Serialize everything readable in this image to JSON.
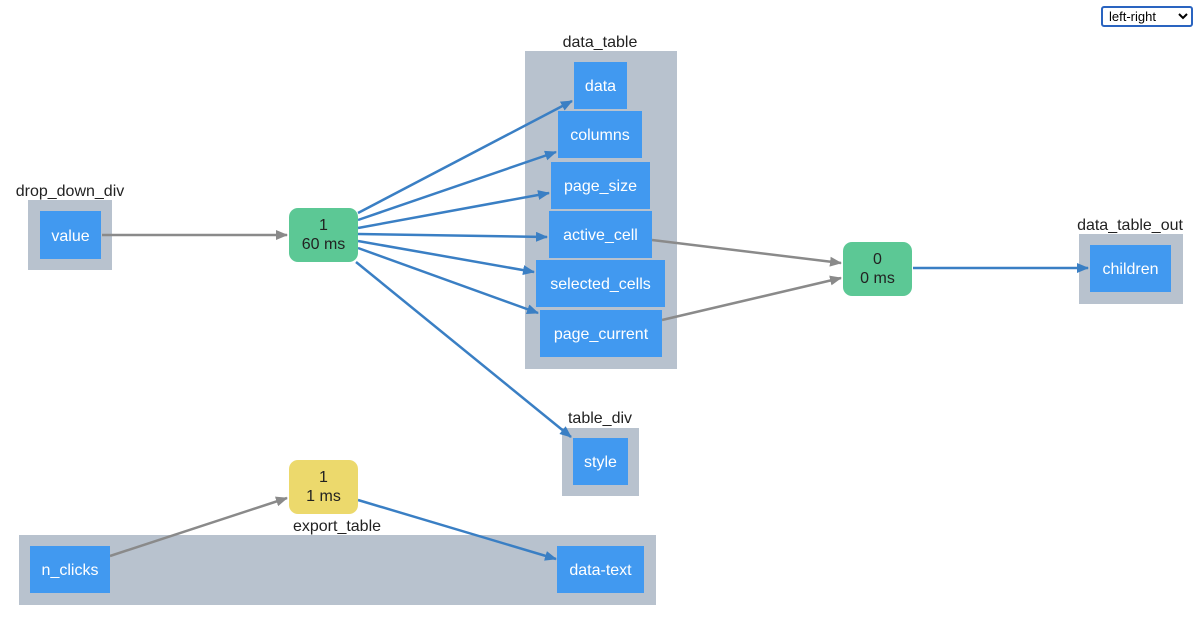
{
  "layout_select": {
    "value": "left-right",
    "options": [
      "left-right"
    ]
  },
  "colors": {
    "group_fill": "#b8c2ce",
    "node_fill": "#4199f0",
    "callback_ok": "#5cc895",
    "callback_warn": "#ecd96c",
    "edge_output": "#3a7fc4",
    "edge_input": "#8a8a8a"
  },
  "groups": {
    "drop_down_div": "drop_down_div",
    "data_table": "data_table",
    "table_div": "table_div",
    "data_table_out": "data_table_out",
    "export_table": "export_table"
  },
  "nodes": {
    "drop_value": "value",
    "dt_data": "data",
    "dt_columns": "columns",
    "dt_page_size": "page_size",
    "dt_active_cell": "active_cell",
    "dt_selected_cells": "selected_cells",
    "dt_page_current": "page_current",
    "table_style": "style",
    "out_children": "children",
    "exp_n_clicks": "n_clicks",
    "exp_data_text": "data-text"
  },
  "callbacks": {
    "cb1": {
      "count": "1",
      "time": "60 ms"
    },
    "cb2": {
      "count": "0",
      "time": "0 ms"
    },
    "cb3": {
      "count": "1",
      "time": "1 ms"
    }
  }
}
